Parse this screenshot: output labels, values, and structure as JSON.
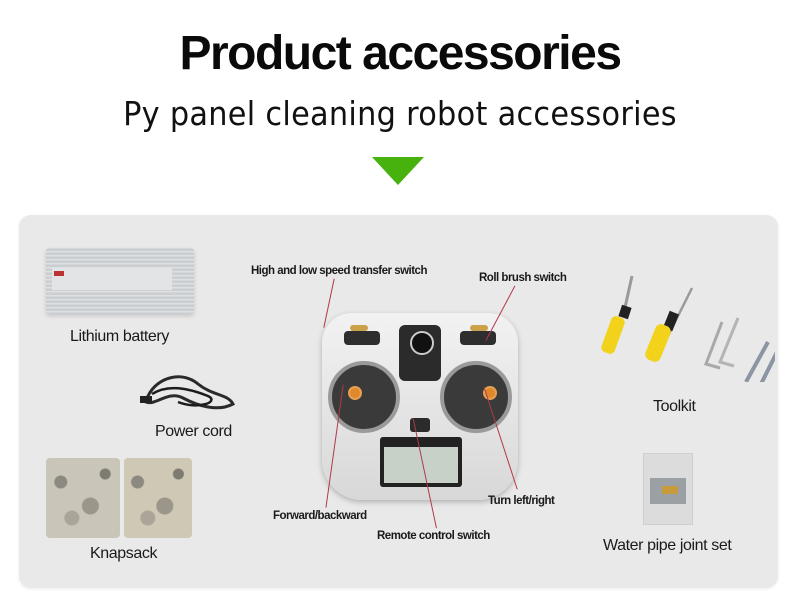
{
  "header": {
    "title": "Product accessories",
    "subtitle": "Py panel cleaning robot accessories",
    "arrow_color": "#47b10e",
    "arrow_icon": "down-triangle-icon"
  },
  "panel": {
    "background": "#e9e9e9",
    "items": [
      {
        "label": "Lithium battery",
        "image": "lithium-battery-image"
      },
      {
        "label": "Power cord",
        "image": "power-cord-image"
      },
      {
        "label": "Knapsack",
        "image": "knapsack-image"
      },
      {
        "label": "Toolkit",
        "image": "toolkit-image"
      },
      {
        "label": "Water pipe joint set",
        "image": "water-pipe-joint-set-image"
      }
    ],
    "controller": {
      "image": "remote-controller-image",
      "callouts": [
        {
          "label": "High and low speed transfer switch"
        },
        {
          "label": "Roll brush switch"
        },
        {
          "label": "Forward/backward"
        },
        {
          "label": "Remote control switch"
        },
        {
          "label": "Turn left/right"
        }
      ],
      "callout_line_color": "#b2384a"
    }
  }
}
